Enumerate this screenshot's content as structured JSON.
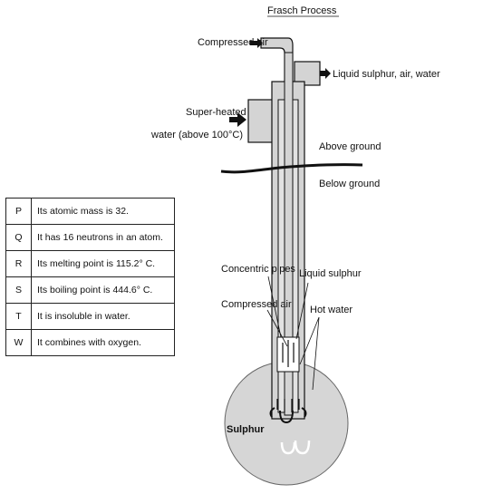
{
  "diagram": {
    "title": "Frasch Process",
    "labels": {
      "compressed_air_top": "Compressed air",
      "liquid_sulphur_air_water": "Liquid sulphur, air, water",
      "super_heated_line1": "Super-heated",
      "super_heated_line2": "water (above 100°C)",
      "above_ground": "Above ground",
      "below_ground": "Below ground",
      "concentric_pipes": "Concentric pipes",
      "liquid_sulphur": "Liquid sulphur",
      "compressed_air_bottom": "Compressed air",
      "hot_water": "Hot water",
      "sulphur": "Sulphur"
    }
  },
  "properties": [
    {
      "key": "P",
      "text": "Its atomic mass is 32."
    },
    {
      "key": "Q",
      "text": "It has 16 neutrons in an atom."
    },
    {
      "key": "R",
      "text": "Its melting point is 115.2° C."
    },
    {
      "key": "S",
      "text": "Its boiling point is 444.6° C."
    },
    {
      "key": "T",
      "text": "It is insoluble in water."
    },
    {
      "key": "W",
      "text": "It combines with oxygen."
    }
  ],
  "colors": {
    "pipe": "#d4d4d4",
    "deposit": "#d6d6d6",
    "line": "#111111"
  }
}
